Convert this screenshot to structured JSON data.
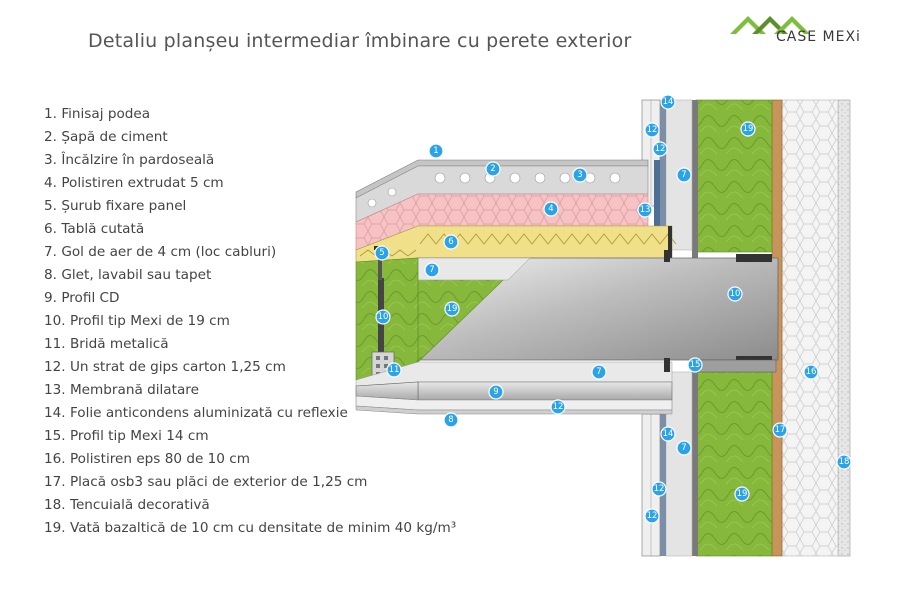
{
  "title": "Detaliu planșeu intermediar îmbinare cu perete exterior",
  "logo": {
    "text": "CASE MEXi",
    "icon": "house-roof-logo-icon",
    "color": "#7bbf3a"
  },
  "legend": [
    {
      "n": "1.",
      "label": "Finisaj podea"
    },
    {
      "n": "2.",
      "label": "Șapă de ciment"
    },
    {
      "n": "3.",
      "label": "Încălzire în pardoseală"
    },
    {
      "n": "4.",
      "label": "Polistiren extrudat 5 cm"
    },
    {
      "n": "5.",
      "label": "Șurub fixare panel"
    },
    {
      "n": "6.",
      "label": "Tablă cutată"
    },
    {
      "n": "7.",
      "label": "Gol de aer de 4 cm (loc cabluri)"
    },
    {
      "n": "8.",
      "label": "Glet, lavabil sau tapet"
    },
    {
      "n": "9.",
      "label": "Profil CD"
    },
    {
      "n": "10.",
      "label": "Profil tip Mexi de 19 cm"
    },
    {
      "n": "11.",
      "label": "Bridă metalică"
    },
    {
      "n": "12.",
      "label": "Un strat de gips carton 1,25 cm"
    },
    {
      "n": "13.",
      "label": "Membrană dilatare"
    },
    {
      "n": "14.",
      "label": "Folie anticondens aluminizată cu reflexie"
    },
    {
      "n": "15.",
      "label": "Profil tip Mexi 14 cm"
    },
    {
      "n": "16.",
      "label": "Polistiren eps 80 de 10 cm"
    },
    {
      "n": "17.",
      "label": "Placă osb3 sau plăci de exterior de 1,25 cm"
    },
    {
      "n": "18.",
      "label": "Tencuială decorativă"
    },
    {
      "n": "19.",
      "label": "Vată bazaltică de 10 cm cu densitate de minim 40 kg/m³"
    }
  ],
  "badges": [
    "1",
    "2",
    "3",
    "4",
    "5",
    "6",
    "7",
    "7",
    "7",
    "7",
    "8",
    "9",
    "10",
    "10",
    "11",
    "12",
    "12",
    "12",
    "12",
    "12",
    "13",
    "14",
    "14",
    "15",
    "16",
    "17",
    "18",
    "19",
    "19",
    "19"
  ],
  "colors": {
    "badge": "#2aa3e8",
    "insulation_green": "#86b83c",
    "xps_pink": "#f6c2c4",
    "screed_grey": "#d8d8d8",
    "deck_yellow": "#f0e08a",
    "osb_brown": "#c8945a",
    "eps_white": "#f2f2f2"
  }
}
